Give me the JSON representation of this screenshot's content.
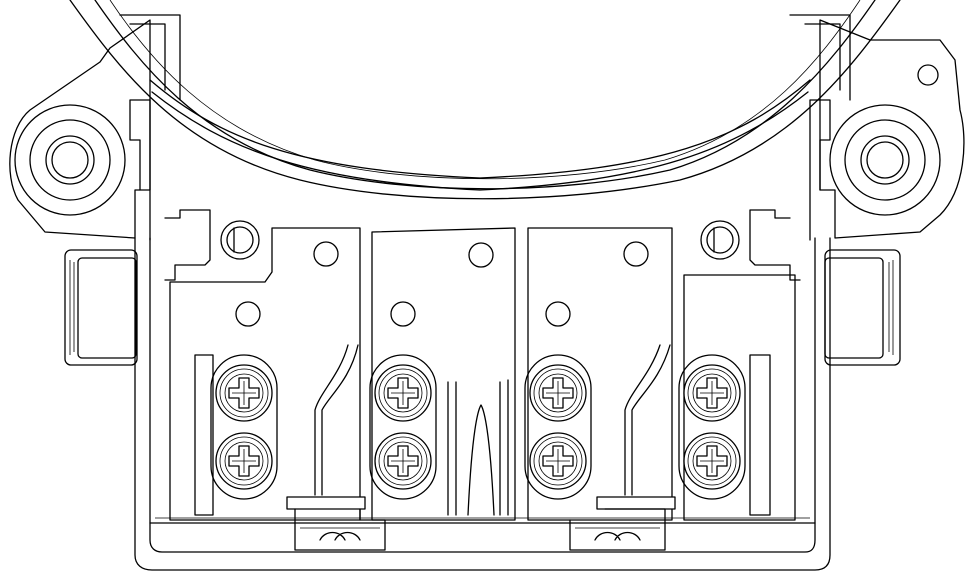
{
  "drawing": {
    "subject": "terminal-block-line-drawing",
    "line_color": "#000000",
    "background_color": "#ffffff",
    "terminal_count": 4,
    "screws_per_terminal": 2,
    "screw_head": "phillips-cross",
    "mounting_ears": 2,
    "locating_pins": 2,
    "cable_clamps": 2
  }
}
